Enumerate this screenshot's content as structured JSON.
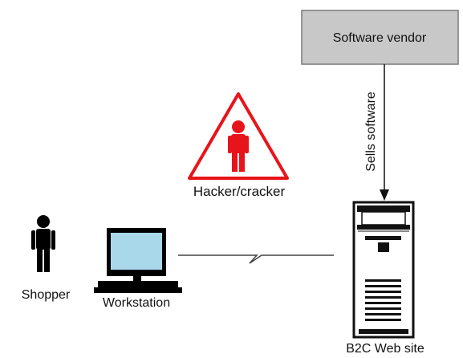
{
  "diagram": {
    "vendor_label": "Software vendor",
    "arrow_label": "Sells software",
    "hacker_label": "Hacker/cracker",
    "shopper_label": "Shopper",
    "workstation_label": "Workstation",
    "website_label": "B2C Web site"
  },
  "colors": {
    "vendor_fill": "#c8c8c8",
    "hacker_red": "#e8141c",
    "monitor_screen": "#a9d8ea",
    "figure_black": "#000000"
  }
}
